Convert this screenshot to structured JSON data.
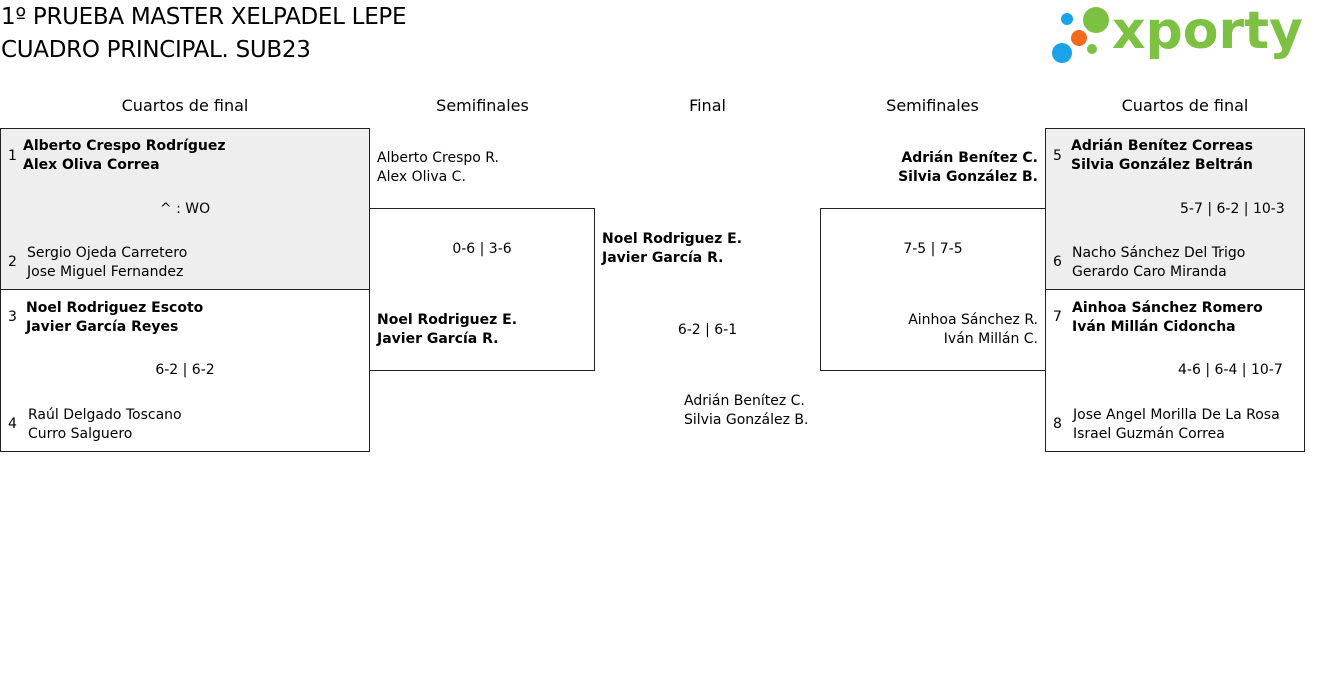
{
  "header": {
    "title_line1": "1º PRUEBA MASTER XELPADEL LEPE",
    "title_line2": "CUADRO PRINCIPAL. SUB23",
    "logo_text": "xporty",
    "logo_colors": {
      "green": "#7dc142",
      "blue": "#1aa3e8",
      "orange": "#f26b1d"
    }
  },
  "rounds": {
    "left_qf": "Cuartos de final",
    "left_sf": "Semifinales",
    "final": "Final",
    "right_sf": "Semifinales",
    "right_qf": "Cuartos de final"
  },
  "left_qf": {
    "m1": {
      "top_seed": "1",
      "top_p1": "Alberto Crespo Rodríguez",
      "top_p2": "Alex Oliva Correa",
      "score": "^ : WO",
      "bottom_seed": "2",
      "bottom_p1": "Sergio Ojeda Carretero",
      "bottom_p2": "Jose Miguel Fernandez"
    },
    "m2": {
      "top_seed": "3",
      "top_p1": "Noel Rodriguez Escoto",
      "top_p2": "Javier García Reyes",
      "score": "6-2 | 6-2",
      "bottom_seed": "4",
      "bottom_p1": "Raúl Delgado Toscano",
      "bottom_p2": "Curro Salguero"
    }
  },
  "left_sf": {
    "top_p1": "Alberto Crespo R.",
    "top_p2": "Alex Oliva C.",
    "score": "0-6 | 3-6",
    "bottom_p1": "Noel Rodriguez E.",
    "bottom_p2": "Javier García R."
  },
  "final": {
    "top_p1": "Noel Rodriguez E.",
    "top_p2": "Javier García R.",
    "score": "6-2 | 6-1",
    "bottom_p1": "Adrián Benítez C.",
    "bottom_p2": "Silvia González B."
  },
  "right_sf": {
    "top_p1": "Adrián Benítez C.",
    "top_p2": "Silvia González B.",
    "score": "7-5 | 7-5",
    "bottom_p1": "Ainhoa Sánchez R.",
    "bottom_p2": "Iván Millán C."
  },
  "right_qf": {
    "m1": {
      "top_seed": "5",
      "top_p1": "Adrián Benítez Correas",
      "top_p2": "Silvia González Beltrán",
      "score": "5-7 | 6-2 | 10-3",
      "bottom_seed": "6",
      "bottom_p1": "Nacho Sánchez Del Trigo",
      "bottom_p2": "Gerardo Caro Miranda"
    },
    "m2": {
      "top_seed": "7",
      "top_p1": "Ainhoa Sánchez Romero",
      "top_p2": "Iván Millán Cidoncha",
      "score": "4-6 | 6-4 | 10-7",
      "bottom_seed": "8",
      "bottom_p1": "Jose Angel Morilla De La Rosa",
      "bottom_p2": "Israel Guzmán Correa"
    }
  }
}
